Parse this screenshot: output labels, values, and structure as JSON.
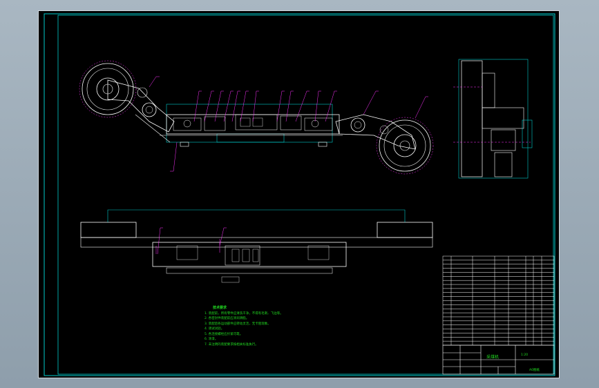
{
  "drawing": {
    "technical_requirements_title": "技术要求",
    "technical_requirements": [
      "1. 装配前，所有零件应清洗干净，不得有毛刺、飞边等。",
      "2. 各密封件装配前应涂润滑脂。",
      "3. 装配后各运动部件应转动灵活，无卡阻现象。",
      "4. 调试试验。",
      "5. 各连接螺栓应拧紧可靠。",
      "6. 涂漆。",
      "7. 未注明的装配要求按相关标准执行。"
    ],
    "title_block": {
      "drawing_name": "采煤机",
      "scale": "1:20",
      "sheet": "A0图纸"
    }
  },
  "colors": {
    "frame": "#00cccc",
    "part": "#ffffff",
    "leader": "#ff33ff",
    "text": "#22dd22",
    "background": "#000000"
  }
}
